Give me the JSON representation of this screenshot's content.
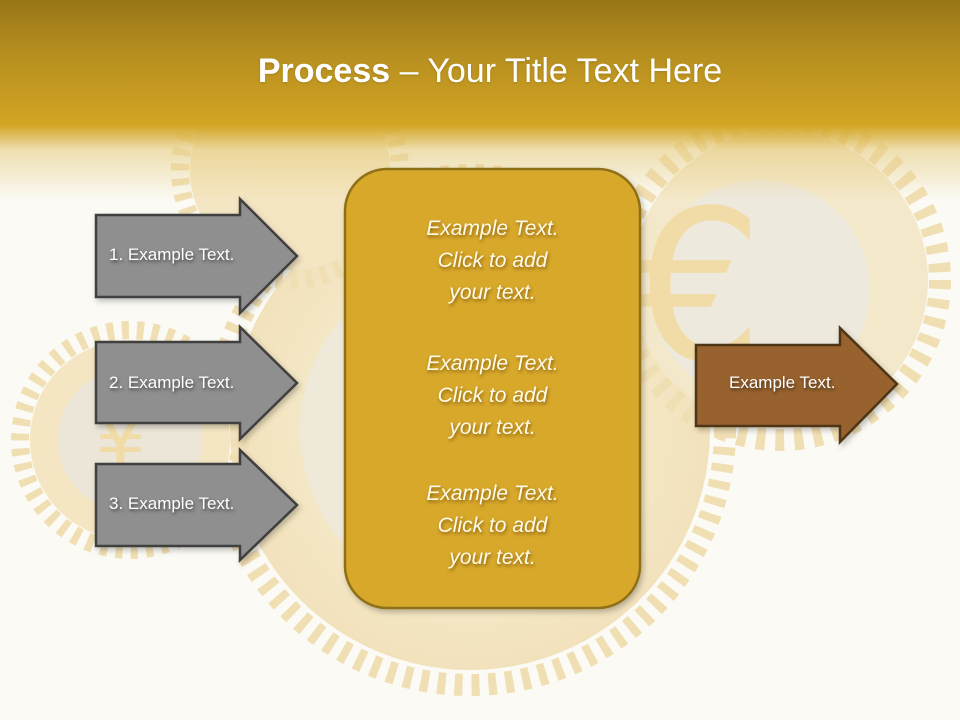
{
  "slide": {
    "title_bold": "Process",
    "title_rest": " – Your Title Text Here",
    "colors": {
      "header_top": "#987518",
      "header_bottom": "#d3a524",
      "background": "#fbfaf4",
      "center_box_fill": "#d8a82a",
      "center_box_border": "#8f7019",
      "input_arrow_fill": "#8f8f8f",
      "input_arrow_border": "#3f3f3f",
      "output_arrow_fill": "#98622f",
      "output_arrow_border": "#4e3414"
    },
    "input_arrows": [
      {
        "label": "1. Example Text."
      },
      {
        "label": "2. Example Text."
      },
      {
        "label": "3. Example Text."
      }
    ],
    "center_box": {
      "blocks": [
        {
          "line1": "Example Text.",
          "line2": "Click  to add",
          "line3": "your text."
        },
        {
          "line1": "Example Text.",
          "line2": "Click  to add",
          "line3": "your text."
        },
        {
          "line1": "Example Text.",
          "line2": "Click  to add",
          "line3": "your text."
        }
      ]
    },
    "output_arrow": {
      "label": "Example Text."
    },
    "background_image": "golden-gears-currency-icon"
  }
}
